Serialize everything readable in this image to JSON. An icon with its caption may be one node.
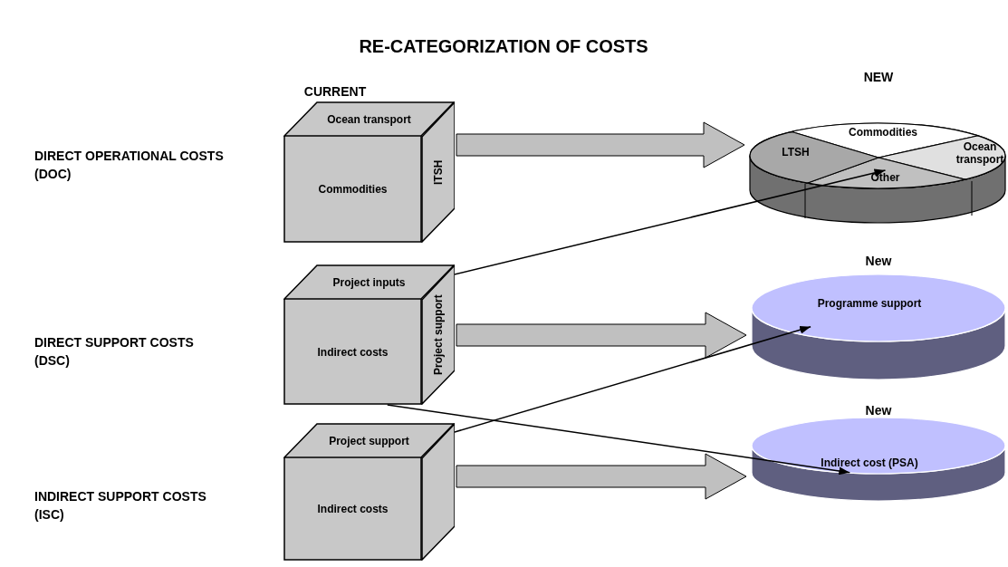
{
  "diagram": {
    "title": "RE-CATEGORIZATION OF COSTS",
    "nodes": [
      {
        "text": [],
        "shape": "cube"
      },
      {
        "text": [
          "Ocean transport"
        ],
        "in": 0
      },
      {
        "text": [
          "Commodities"
        ],
        "in": 0
      },
      {
        "text": [
          "ITSH"
        ],
        "in": 0
      },
      {
        "text": [],
        "shape": "pie",
        "beside": [
          "NEW"
        ]
      },
      {
        "text": [
          "Commodities"
        ],
        "in": 4
      },
      {
        "text": [
          "LTSH"
        ],
        "in": 4
      },
      {
        "text": [
          "Ocean transport"
        ],
        "in": 4
      },
      {
        "text": [
          "Other"
        ],
        "in": 4
      },
      {
        "text": [],
        "shape": "cube"
      },
      {
        "text": [
          "Project inputs"
        ],
        "in": 9
      },
      {
        "text": [
          "Indirect costs"
        ],
        "in": 9
      },
      {
        "text": [
          "Project support"
        ],
        "in": 9
      },
      {
        "text": [
          "Programme support"
        ],
        "beside": [
          "New"
        ]
      },
      {
        "text": [],
        "shape": "cube"
      },
      {
        "text": [
          "Project support"
        ],
        "in": 14
      },
      {
        "text": [
          "Indirect costs"
        ],
        "in": 14
      },
      {
        "text": [],
        "shape": "parallelogram",
        "in": 14
      },
      {
        "text": [
          "Indirect cost (PSA)"
        ],
        "beside": [
          "New"
        ]
      }
    ],
    "edges": [
      {
        "from": 0,
        "to": 4,
        "arrow": "to",
        "style": "thick",
        "color": "#c0c0c0"
      },
      {
        "from": 10,
        "to": 8,
        "arrow": "to"
      },
      {
        "from": 9,
        "to": 13,
        "arrow": "to",
        "style": "thick",
        "color": "#c0c0c0"
      },
      {
        "from": 15,
        "to": 13,
        "arrow": "to"
      },
      {
        "from": 11,
        "to": 18,
        "arrow": "to"
      },
      {
        "from": 14,
        "to": 18,
        "arrow": "to",
        "style": "thick",
        "color": "#c0c0c0"
      }
    ],
    "labels": [
      "CURRENT",
      "DIRECT OPERATIONAL COSTS (DOC)",
      "DIRECT SUPPORT COSTS (DSC)",
      "INDIRECT SUPPORT COSTS (ISC)"
    ]
  }
}
